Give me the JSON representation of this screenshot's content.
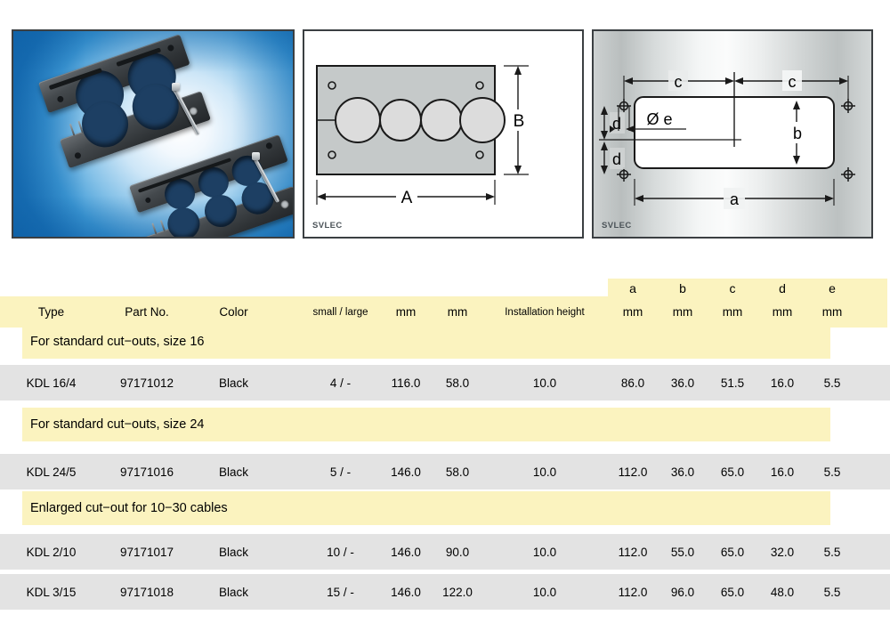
{
  "panels": {
    "photo": {
      "name": "product-photo",
      "watermark": ""
    },
    "front_view": {
      "watermark": "SVLEC",
      "dim_width_label": "A",
      "dim_height_label": "B",
      "grommet_count": 4,
      "corner_hole_count": 4
    },
    "cutout_view": {
      "watermark": "SVLEC",
      "dim_a_label": "a",
      "dim_b_label": "b",
      "dim_c_left_label": "c",
      "dim_c_right_label": "c",
      "dim_d_top_label": "d",
      "dim_d_bottom_label": "d",
      "dim_e_label": "Ø e",
      "mounting_hole_count": 4
    }
  },
  "table": {
    "headers": {
      "type": "Type",
      "part_no": "Part No.",
      "color": "Color",
      "small_large": "small / large",
      "mm_1": "mm",
      "mm_2": "mm",
      "installation_height": "Installation height",
      "a_letter": "a",
      "b_letter": "b",
      "c_letter": "c",
      "d_letter": "d",
      "e_letter": "e",
      "a_unit": "mm",
      "b_unit": "mm",
      "c_unit": "mm",
      "d_unit": "mm",
      "e_unit": "mm"
    },
    "sections": [
      {
        "title": "For standard cut−outs, size 16",
        "rows": [
          {
            "type": "KDL 16/4",
            "part_no": "97171012",
            "color": "Black",
            "small_large": "4 / -",
            "mm_1": "116.0",
            "mm_2": "58.0",
            "installation_height": "10.0",
            "a": "86.0",
            "b": "36.0",
            "c": "51.5",
            "d": "16.0",
            "e": "5.5"
          }
        ]
      },
      {
        "title": "For standard cut−outs, size 24",
        "rows": [
          {
            "type": "KDL 24/5",
            "part_no": "97171016",
            "color": "Black",
            "small_large": "5 / -",
            "mm_1": "146.0",
            "mm_2": "58.0",
            "installation_height": "10.0",
            "a": "112.0",
            "b": "36.0",
            "c": "65.0",
            "d": "16.0",
            "e": "5.5"
          }
        ]
      },
      {
        "title": "Enlarged cut−out for 10−30 cables",
        "rows": [
          {
            "type": "KDL 2/10",
            "part_no": "97171017",
            "color": "Black",
            "small_large": "10 / -",
            "mm_1": "146.0",
            "mm_2": "90.0",
            "installation_height": "10.0",
            "a": "112.0",
            "b": "55.0",
            "c": "65.0",
            "d": "32.0",
            "e": "5.5"
          },
          {
            "type": "KDL 3/15",
            "part_no": "97171018",
            "color": "Black",
            "small_large": "15 / -",
            "mm_1": "146.0",
            "mm_2": "122.0",
            "installation_height": "10.0",
            "a": "112.0",
            "b": "96.0",
            "c": "65.0",
            "d": "48.0",
            "e": "5.5"
          }
        ]
      }
    ]
  },
  "colors": {
    "header_yellow": "#fbf3bf",
    "row_grey": "#e3e3e3",
    "plate_grey": "#c5c9c9",
    "grommet_grey": "#dcdcdc",
    "panel_border": "#3b3f42",
    "photo_blue": "#1f78bd"
  }
}
